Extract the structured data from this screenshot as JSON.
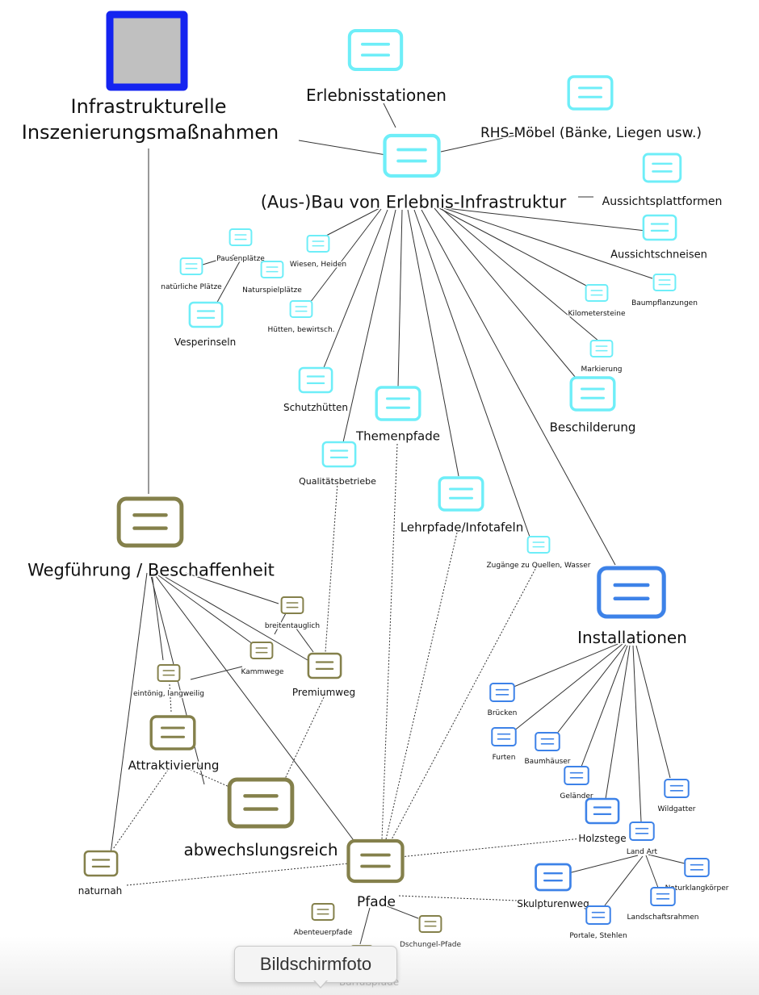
{
  "diagram": {
    "colors": {
      "cyan": "#6eeef8",
      "olive": "#84804b",
      "blue": "#3d82e8",
      "root_border": "#1424f0",
      "root_fill": "#c0c0c0",
      "edge": "#333333"
    },
    "nodes": {
      "root": "Infrastrukturelle Inszenierungsmaßnahmen",
      "bau": "(Aus-)Bau von Erlebnis-Infrastruktur",
      "erlebnisstationen": "Erlebnisstationen",
      "rhs": "RHS-Möbel (Bänke, Liegen usw.)",
      "aussichtsplattformen": "Aussichtsplattformen",
      "aussichtsschneisen": "Aussichtschneisen",
      "pausenplaetze": "Pausenplätze",
      "natuerliche": "natürliche Plätze",
      "naturspiel": "Naturspielplätze",
      "vesper": "Vesperinseln",
      "wiesen": "Wiesen, Heiden",
      "huetten": "Hütten, bewirtsch.",
      "schutz": "Schutzhütten",
      "themen": "Themenpfade",
      "qualitaet": "Qualitätsbetriebe",
      "lehr": "Lehrpfade/Infotafeln",
      "zugaenge": "Zugänge zu Quellen, Wasser",
      "km": "Kilometersteine",
      "baum": "Baumpflanzungen",
      "markierung": "Markierung",
      "beschilderung": "Beschilderung",
      "weg": "Wegführung / Beschaffenheit",
      "breiten": "breitentauglich",
      "kamm": "Kammwege",
      "eintoenig": "eintönig, langweilig",
      "premium": "Premiumweg",
      "attrakt": "Attraktivierung",
      "abwechs": "abwechslungsreich",
      "naturnah": "naturnah",
      "pfade": "Pfade",
      "abenteuer": "Abenteuerpfade",
      "dschungel": "Dschungel-Pfade",
      "barfuss": "Barfußpfade",
      "install": "Installationen",
      "bruecken": "Brücken",
      "furten": "Furten",
      "baumhaeuser": "Baumhäuser",
      "gelaender": "Geländer",
      "wildgatter": "Wildgatter",
      "holzstege": "Holzstege",
      "landart": "Land Art",
      "skulptur": "Skulpturenweg",
      "naturklang": "Naturklangkörper",
      "landschaft": "Landschaftsrahmen",
      "portale": "Portale, Stehlen"
    }
  },
  "tooltip": {
    "label": "Bildschirmfoto"
  }
}
